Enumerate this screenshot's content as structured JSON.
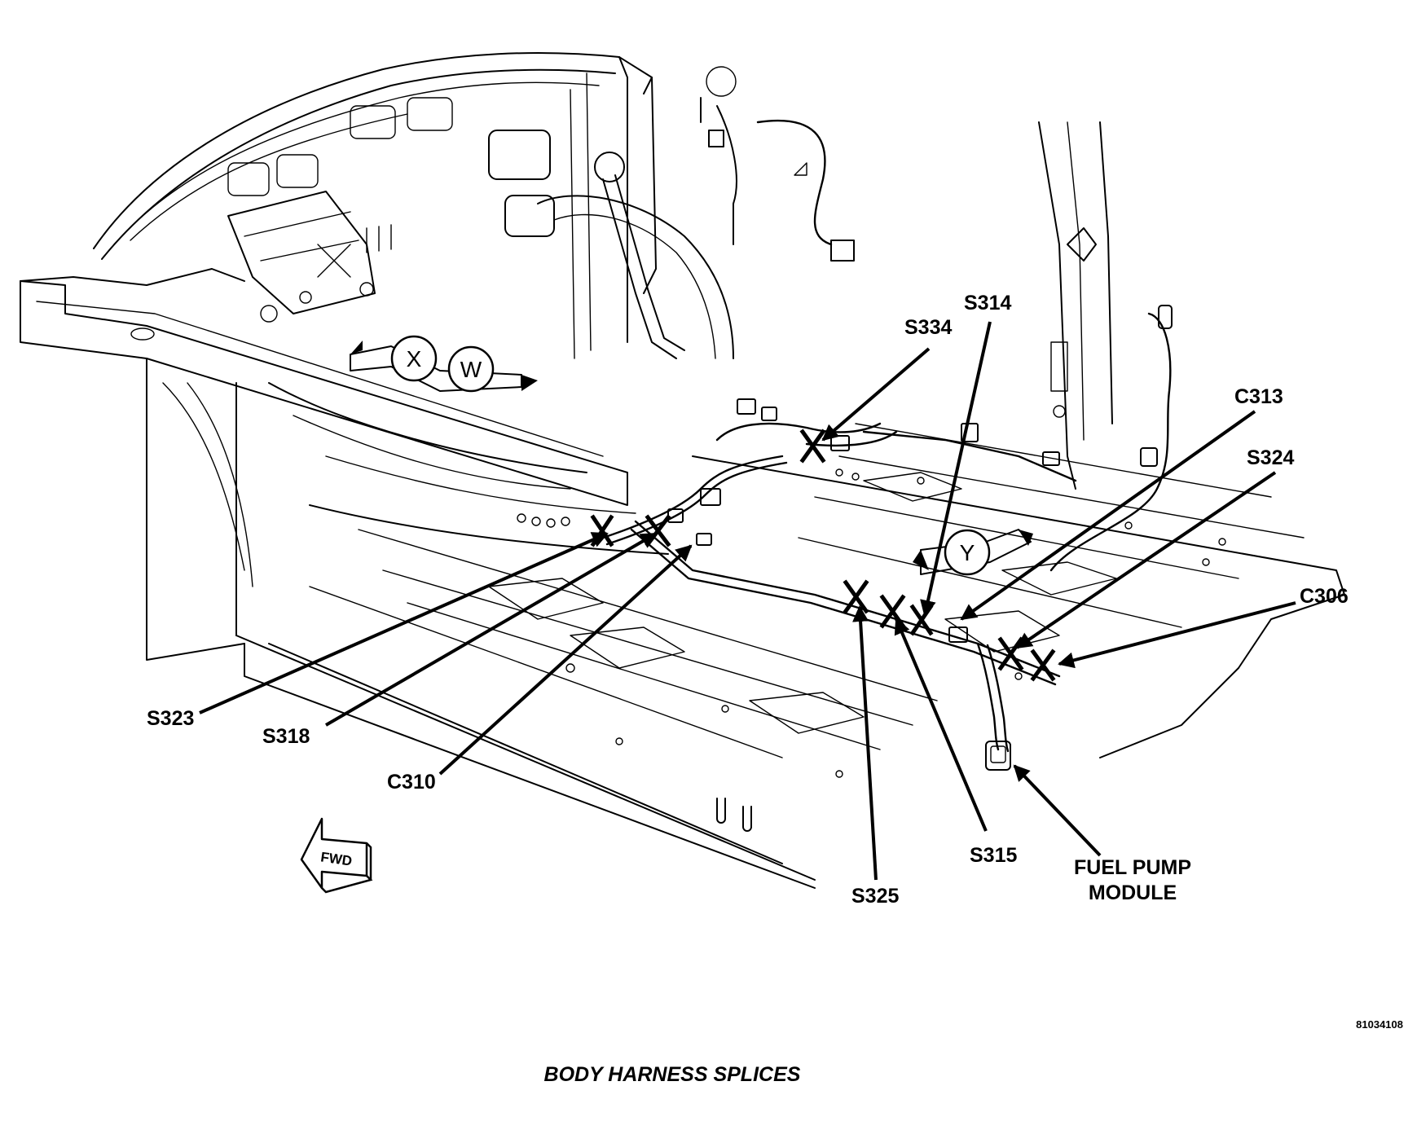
{
  "caption": "BODY HARNESS SPLICES",
  "document_id": "81034108",
  "forward_label": "FWD",
  "view_markers": [
    "X",
    "W",
    "Y"
  ],
  "callouts": {
    "s334": "S334",
    "s314": "S314",
    "c313": "C313",
    "s324": "S324",
    "c306": "C306",
    "s323": "S323",
    "s318": "S318",
    "c310": "C310",
    "s325": "S325",
    "s315": "S315",
    "fuel_pump_line1": "FUEL PUMP",
    "fuel_pump_line2": "MODULE"
  }
}
